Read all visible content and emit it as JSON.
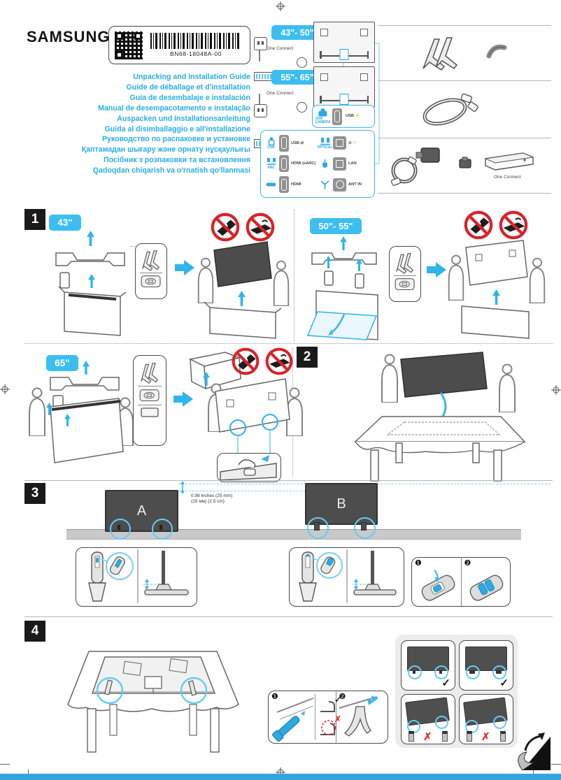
{
  "meta": {
    "brand": "SAMSUNG",
    "part_number": "BN68-18048A-00"
  },
  "header": {
    "titles": [
      "Unpacking and Installation Guide",
      "Guide de déballage et d'installation",
      "Guía de desembalaje e instalación",
      "Manual de desempacotamento e instalação",
      "Auspacken und Installationsanleitung",
      "Guida al disimballaggio e all'installazione",
      "Руководство по распаковке и установке",
      "Қаптамадан шығару және орнату нұсқаулығы",
      "Посібник з розпаковки та встановлення",
      "Qadoqdan chiqarish va o'rnatish qo'llanmasi"
    ]
  },
  "connect": {
    "size_range_small": "43\"- 50\"",
    "size_range_large": "55\"- 65\"",
    "one_connect": "One Connect",
    "ports": {
      "usb_camera": "USB CAMERA",
      "usb_camera_out": "USB",
      "usb": "USB",
      "usb_io": "USB ⇄",
      "optical": "OPTICAL",
      "arc": "ARC",
      "hdmi_earc": "HDMI (eARC)",
      "hdmi": "HDMI",
      "lan": "LAN",
      "ant": "ANT IN"
    }
  },
  "sections": {
    "n1": "1",
    "n2": "2",
    "n3": "3",
    "n4": "4",
    "size_43": "43\"",
    "size_50_55": "50\"- 55\"",
    "size_65": "65\""
  },
  "install": {
    "tv_a": "A",
    "tv_b": "B",
    "gap_line1": "0.98 inches (25 mm)",
    "gap_line2": "(25 мм) (2.5 cm)"
  },
  "icons": {
    "step1": "❶",
    "step2": "❷",
    "check": "✓",
    "cross": "✗",
    "power": "⚡"
  }
}
